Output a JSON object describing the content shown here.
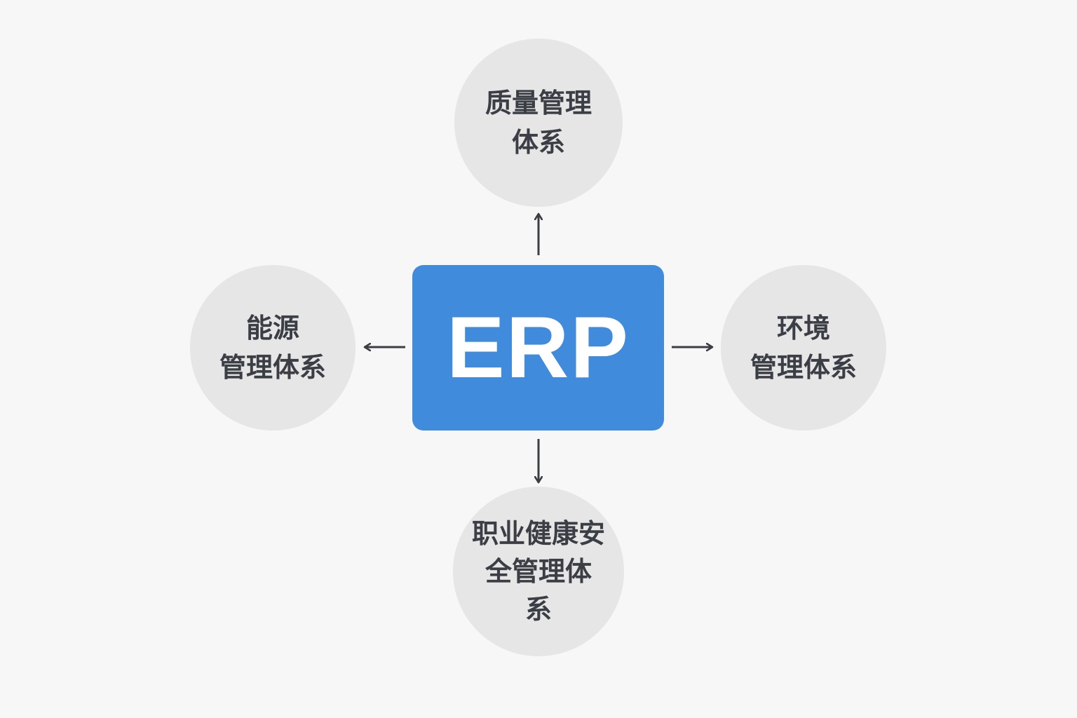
{
  "diagram": {
    "center": {
      "label": "ERP",
      "color": "#418bdd",
      "text_color": "#ffffff"
    },
    "nodes": {
      "top": {
        "label": "质量管理\n体系"
      },
      "left": {
        "label": "能源\n管理体系"
      },
      "right": {
        "label": "环境\n管理体系"
      },
      "bottom": {
        "label": "职业健康安\n全管理体\n系"
      }
    },
    "node_color": "#e6e6e6",
    "text_color": "#3b3e44",
    "arrow_color": "#3b3e44",
    "edges": [
      {
        "from": "ERP",
        "to": "质量管理体系",
        "direction": "up"
      },
      {
        "from": "ERP",
        "to": "能源管理体系",
        "direction": "left"
      },
      {
        "from": "ERP",
        "to": "环境管理体系",
        "direction": "right"
      },
      {
        "from": "ERP",
        "to": "职业健康安全管理体系",
        "direction": "down"
      }
    ]
  }
}
